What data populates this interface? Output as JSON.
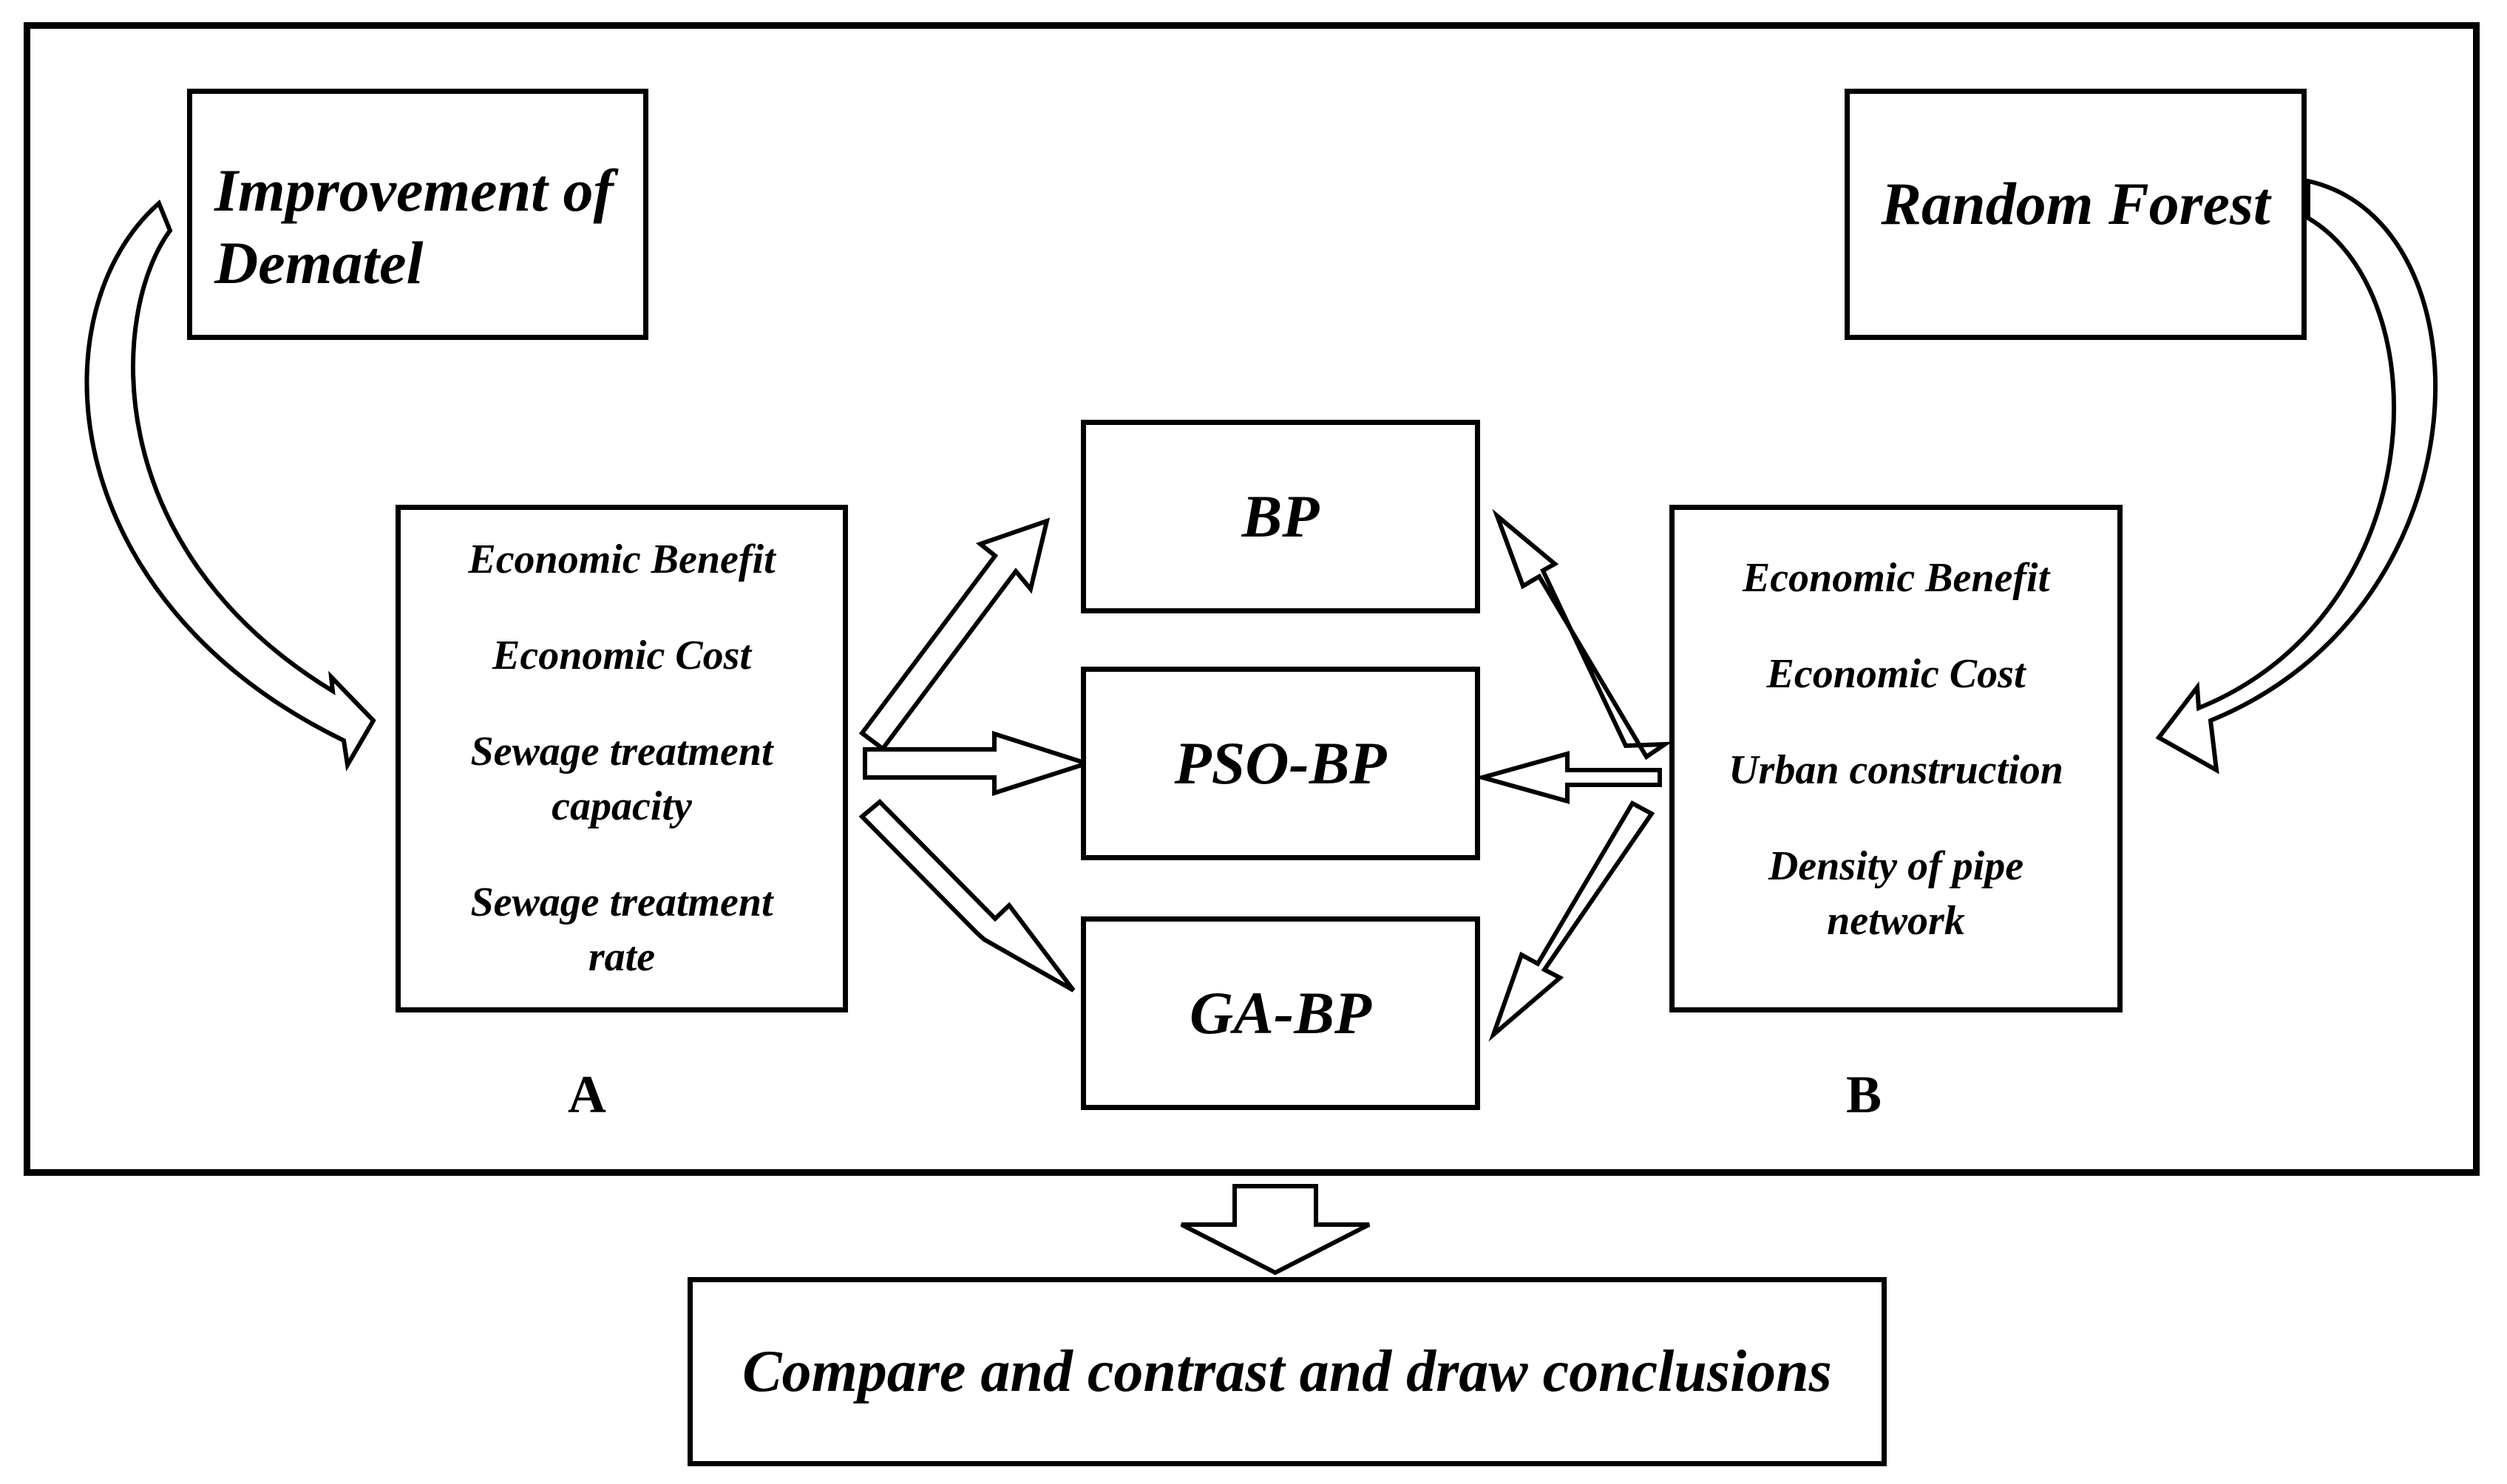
{
  "methods": {
    "dematel": "Improvement of\nDematel",
    "random_forest": "Random Forest"
  },
  "group_a": {
    "label": "A",
    "items": [
      "Economic Benefit",
      "Economic Cost",
      "Sewage treatment\ncapacity",
      "Sewage treatment\nrate"
    ]
  },
  "group_b": {
    "label": "B",
    "items": [
      "Economic Benefit",
      "Economic Cost",
      "Urban construction",
      "Density of pipe\nnetwork"
    ]
  },
  "models": [
    "BP",
    "PSO-BP",
    "GA-BP"
  ],
  "conclusion": "Compare and contrast and draw conclusions"
}
